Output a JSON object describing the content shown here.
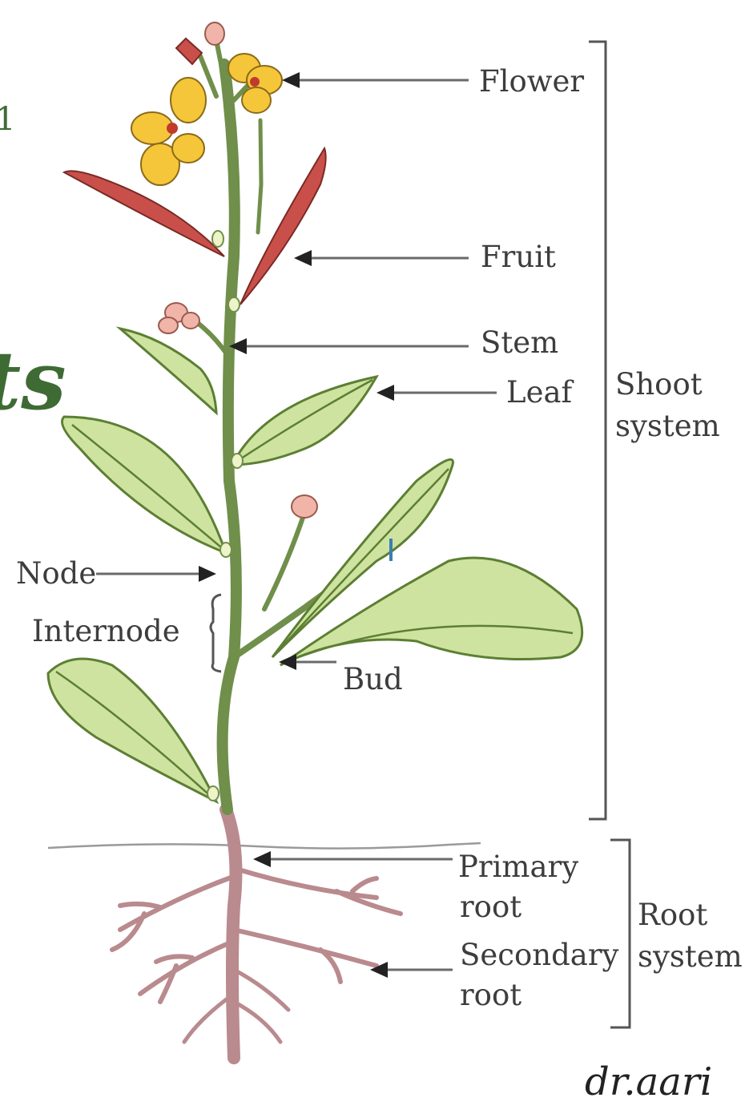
{
  "diagram": {
    "partial_title": "ts",
    "labels": {
      "flower": "Flower",
      "fruit": "Fruit",
      "stem": "Stem",
      "leaf": "Leaf",
      "node": "Node",
      "internode": "Internode",
      "bud": "Bud",
      "primary_root_line1": "Primary",
      "primary_root_line2": "root",
      "secondary_root_line1": "Secondary",
      "secondary_root_line2": "root"
    },
    "groups": {
      "shoot_line1": "Shoot",
      "shoot_line2": "system",
      "root_line1": "Root",
      "root_line2": "system"
    },
    "watermark": "dr.aari"
  }
}
